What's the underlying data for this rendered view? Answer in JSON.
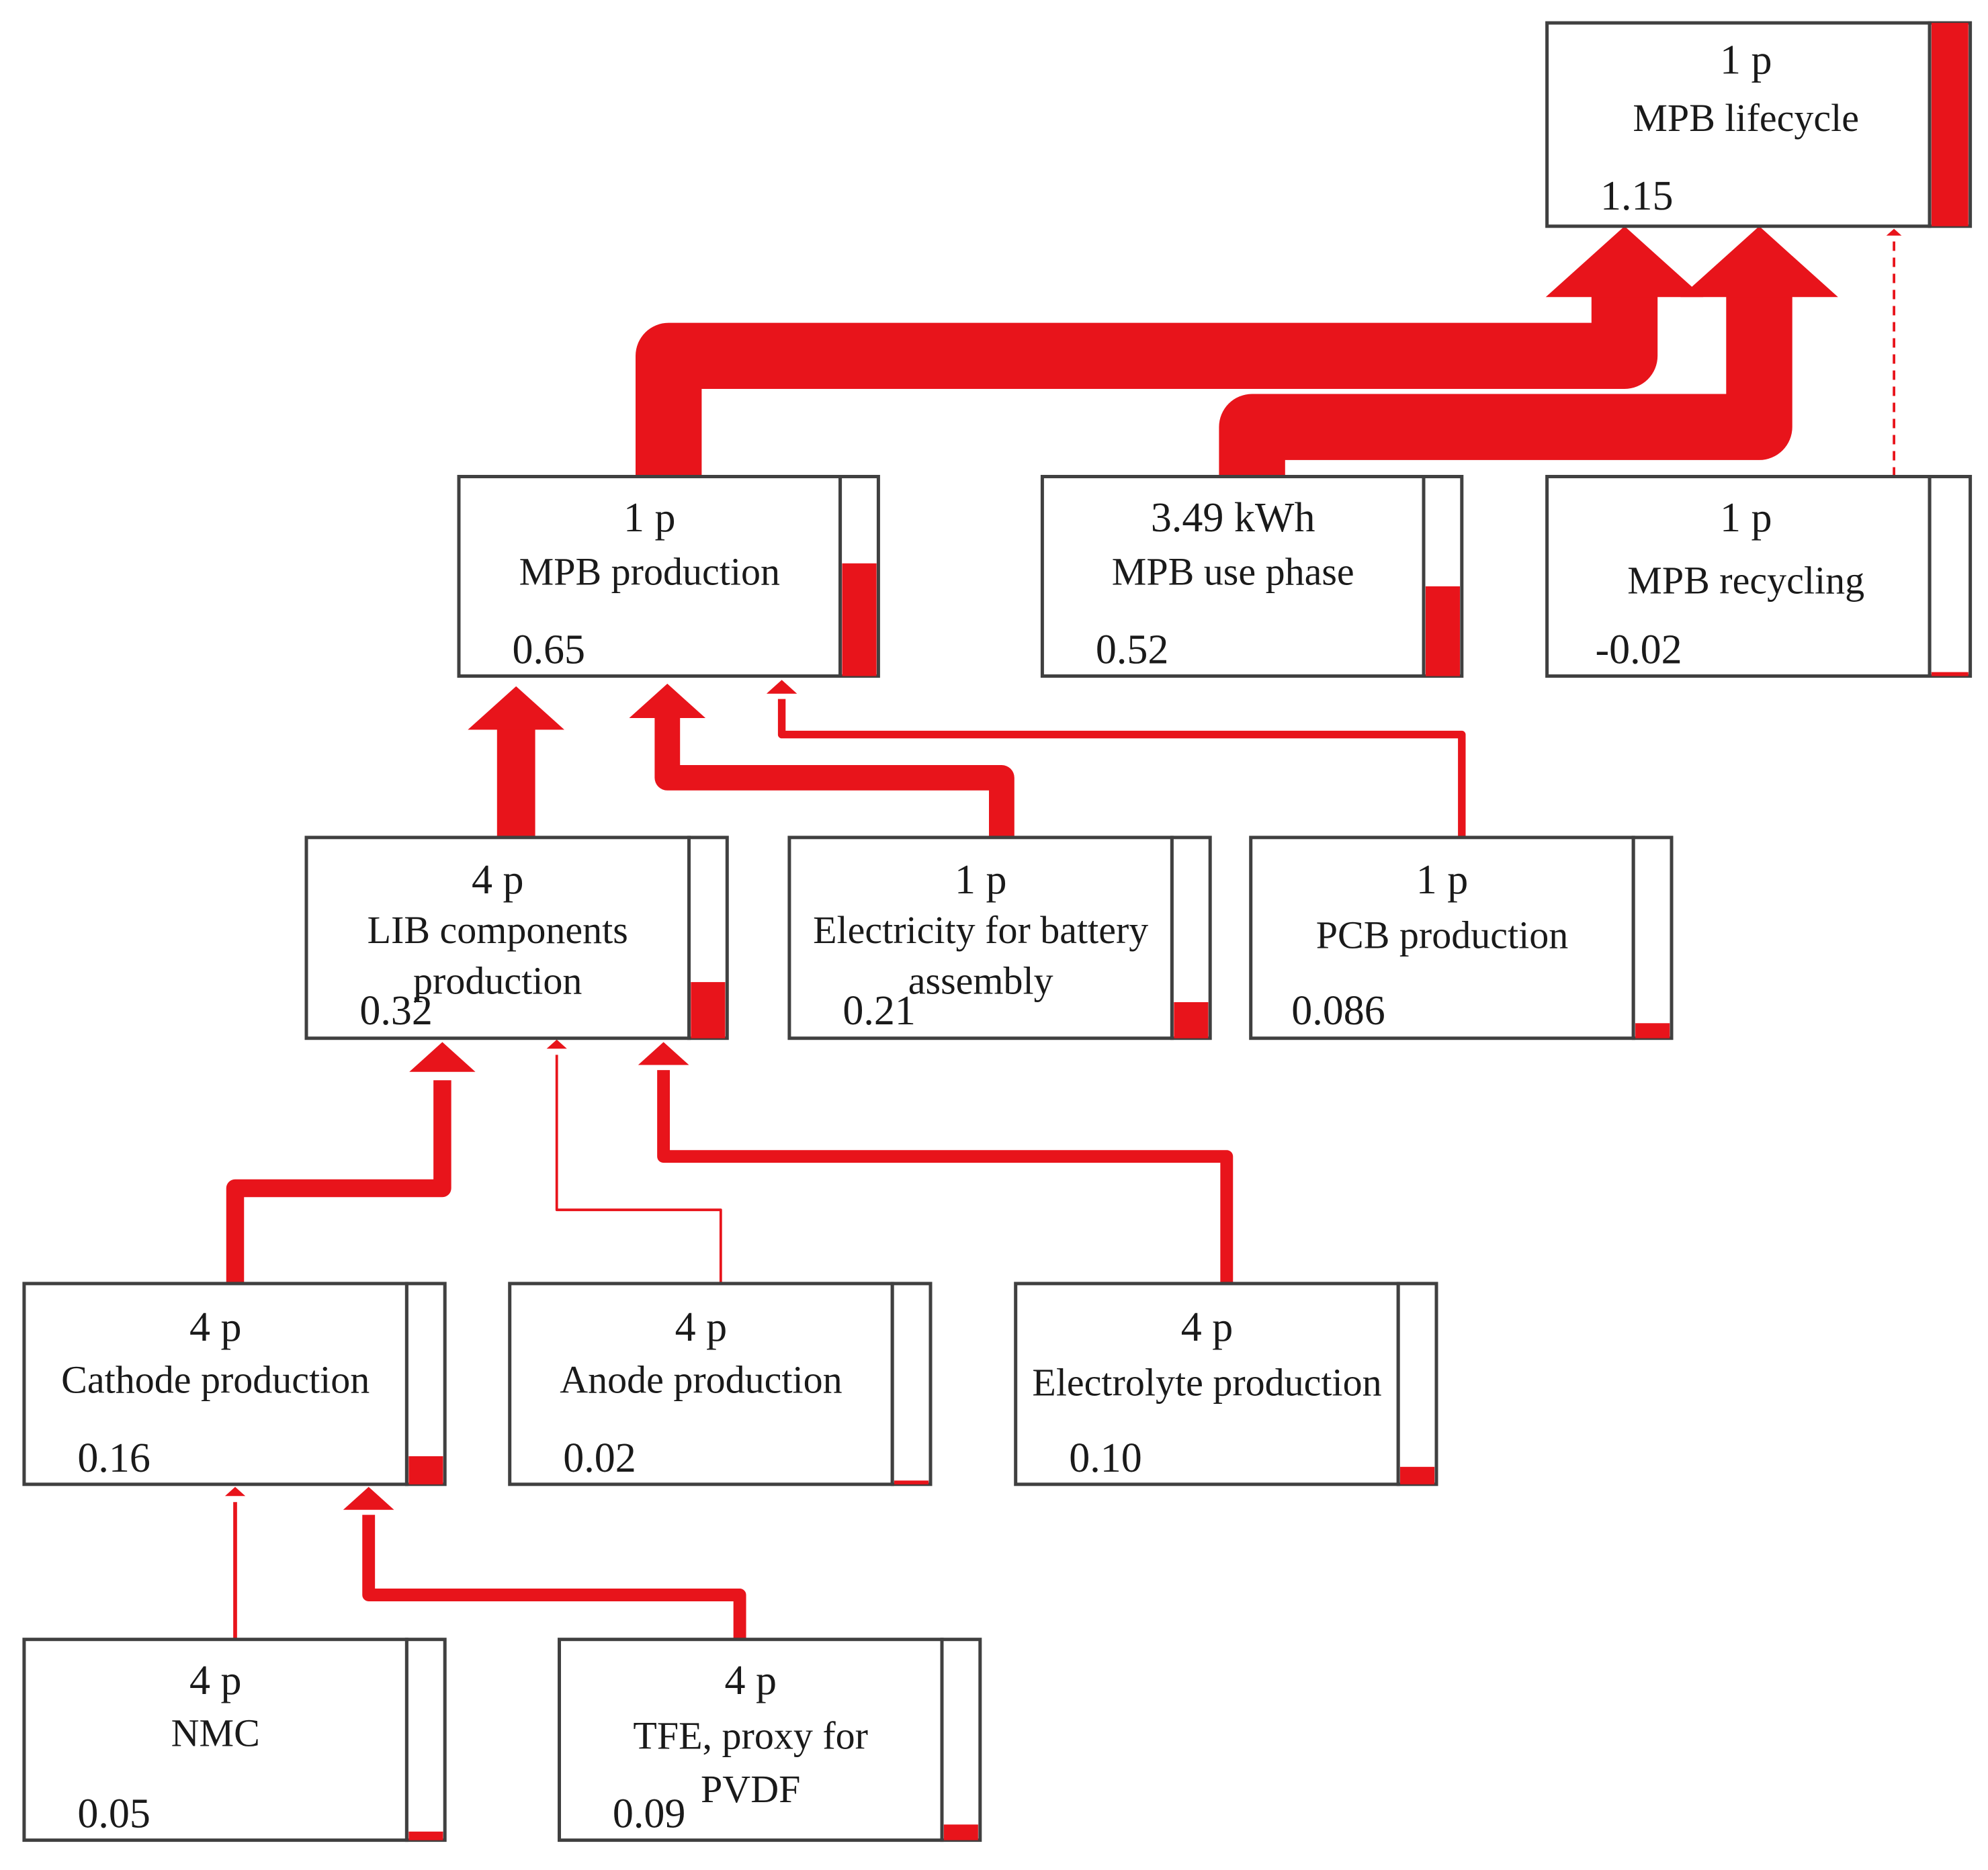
{
  "diagram": {
    "title": "",
    "nodes": [
      {
        "id": "lifecycle",
        "qty": "1 p",
        "label_lines": [
          "MPB lifecycle"
        ],
        "value": "1.15",
        "bar_fraction": 1.0
      },
      {
        "id": "production",
        "qty": "1 p",
        "label_lines": [
          "MPB production"
        ],
        "value": "0.65",
        "bar_fraction": 0.565
      },
      {
        "id": "use_phase",
        "qty": "3.49 kWh",
        "label_lines": [
          "MPB use phase"
        ],
        "value": "0.52",
        "bar_fraction": 0.45
      },
      {
        "id": "recycling",
        "qty": "1 p",
        "label_lines": [
          "MPB recycling"
        ],
        "value": "-0.02",
        "bar_fraction": 0.02
      },
      {
        "id": "lib_components",
        "qty": "4 p",
        "label_lines": [
          "LIB components",
          "production"
        ],
        "value": "0.32",
        "bar_fraction": 0.28
      },
      {
        "id": "electricity_assembly",
        "qty": "1 p",
        "label_lines": [
          "Electricity for battery",
          "assembly"
        ],
        "value": "0.21",
        "bar_fraction": 0.18
      },
      {
        "id": "pcb",
        "qty": "1 p",
        "label_lines": [
          "PCB production"
        ],
        "value": "0.086",
        "bar_fraction": 0.075
      },
      {
        "id": "cathode",
        "qty": "4 p",
        "label_lines": [
          "Cathode production"
        ],
        "value": "0.16",
        "bar_fraction": 0.14
      },
      {
        "id": "anode",
        "qty": "4 p",
        "label_lines": [
          "Anode production"
        ],
        "value": "0.02",
        "bar_fraction": 0.017
      },
      {
        "id": "electrolyte",
        "qty": "4 p",
        "label_lines": [
          "Electrolyte production"
        ],
        "value": "0.10",
        "bar_fraction": 0.087
      },
      {
        "id": "nmc",
        "qty": "4 p",
        "label_lines": [
          "NMC"
        ],
        "value": "0.05",
        "bar_fraction": 0.043
      },
      {
        "id": "tfe",
        "qty": "4 p",
        "label_lines": [
          "TFE, proxy for",
          "PVDF"
        ],
        "value": "0.09",
        "bar_fraction": 0.078
      }
    ],
    "flows": [
      {
        "from": "production",
        "to": "lifecycle",
        "style": "solid"
      },
      {
        "from": "use_phase",
        "to": "lifecycle",
        "style": "solid"
      },
      {
        "from": "recycling",
        "to": "lifecycle",
        "style": "dashed"
      },
      {
        "from": "lib_components",
        "to": "production",
        "style": "solid"
      },
      {
        "from": "electricity_assembly",
        "to": "production",
        "style": "solid"
      },
      {
        "from": "pcb",
        "to": "production",
        "style": "solid"
      },
      {
        "from": "cathode",
        "to": "lib_components",
        "style": "solid"
      },
      {
        "from": "anode",
        "to": "lib_components",
        "style": "solid"
      },
      {
        "from": "electrolyte",
        "to": "lib_components",
        "style": "solid"
      },
      {
        "from": "nmc",
        "to": "cathode",
        "style": "solid"
      },
      {
        "from": "tfe",
        "to": "cathode",
        "style": "solid"
      }
    ],
    "colors": {
      "accent": "#e8141b",
      "border": "#404040",
      "text": "#1a1a1a"
    }
  }
}
